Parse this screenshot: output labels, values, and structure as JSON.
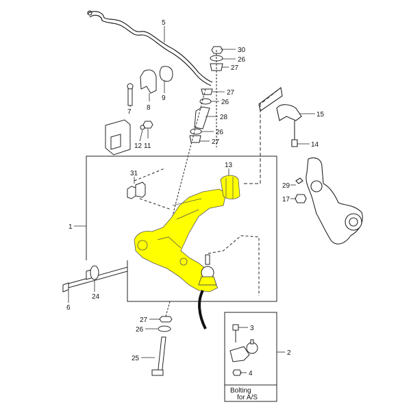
{
  "diagram": {
    "highlight_color": "#ffff00",
    "callouts": {
      "n1": "1",
      "n2": "2",
      "n3": "3",
      "n4": "4",
      "n5": "5",
      "n6": "6",
      "n7": "7",
      "n8": "8",
      "n9": "9",
      "n11": "11",
      "n12": "12",
      "n13": "13",
      "n14": "14",
      "n15": "15",
      "n17": "17",
      "n24": "24",
      "n25": "25",
      "n26a": "26",
      "n26b": "26",
      "n26c": "26",
      "n26d": "26",
      "n27a": "27",
      "n27b": "27",
      "n27c": "27",
      "n27d": "27",
      "n28": "28",
      "n29": "29",
      "n30": "30",
      "n31": "31"
    },
    "inset_note": {
      "line1": "Bolting",
      "line2": "for A/S"
    }
  }
}
